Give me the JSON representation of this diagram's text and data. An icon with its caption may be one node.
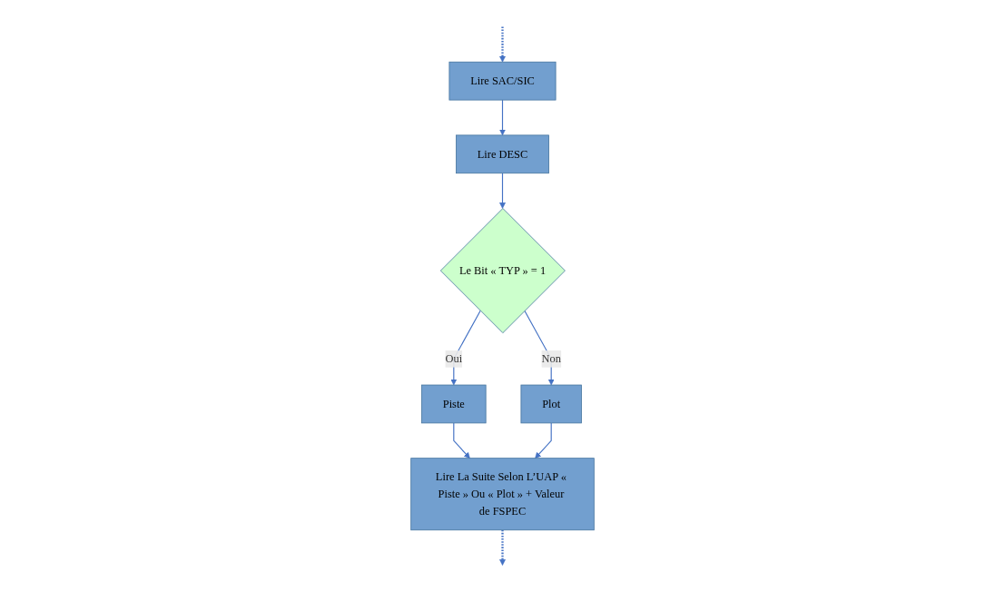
{
  "diagram": {
    "nodes": [
      {
        "text": [
          "Lire SAC/SIC"
        ]
      },
      {
        "text": [
          "Lire DESC"
        ]
      },
      {
        "text": [
          "Le Bit « TYP » = 1"
        ]
      },
      {
        "text": [
          "Piste"
        ]
      },
      {
        "text": [
          "Plot"
        ]
      },
      {
        "text": [
          "Lire La Suite Selon L’UAP « Piste » Ou « Plot » + Valeur de FSPEC"
        ]
      }
    ],
    "edges": [
      {
        "from": null,
        "to": 0,
        "arrow": "to",
        "style": "dashed"
      },
      {
        "from": 0,
        "to": 1,
        "arrow": "to"
      },
      {
        "from": 1,
        "to": 2,
        "arrow": "to"
      },
      {
        "from": 2,
        "to": 3,
        "arrow": "to",
        "label": "Oui"
      },
      {
        "from": 2,
        "to": 4,
        "arrow": "to",
        "label": "Non"
      },
      {
        "from": 3,
        "to": 5,
        "arrow": "to"
      },
      {
        "from": 4,
        "to": 5,
        "arrow": "to"
      },
      {
        "from": 5,
        "to": null,
        "arrow": "to",
        "style": "dashed"
      }
    ]
  }
}
